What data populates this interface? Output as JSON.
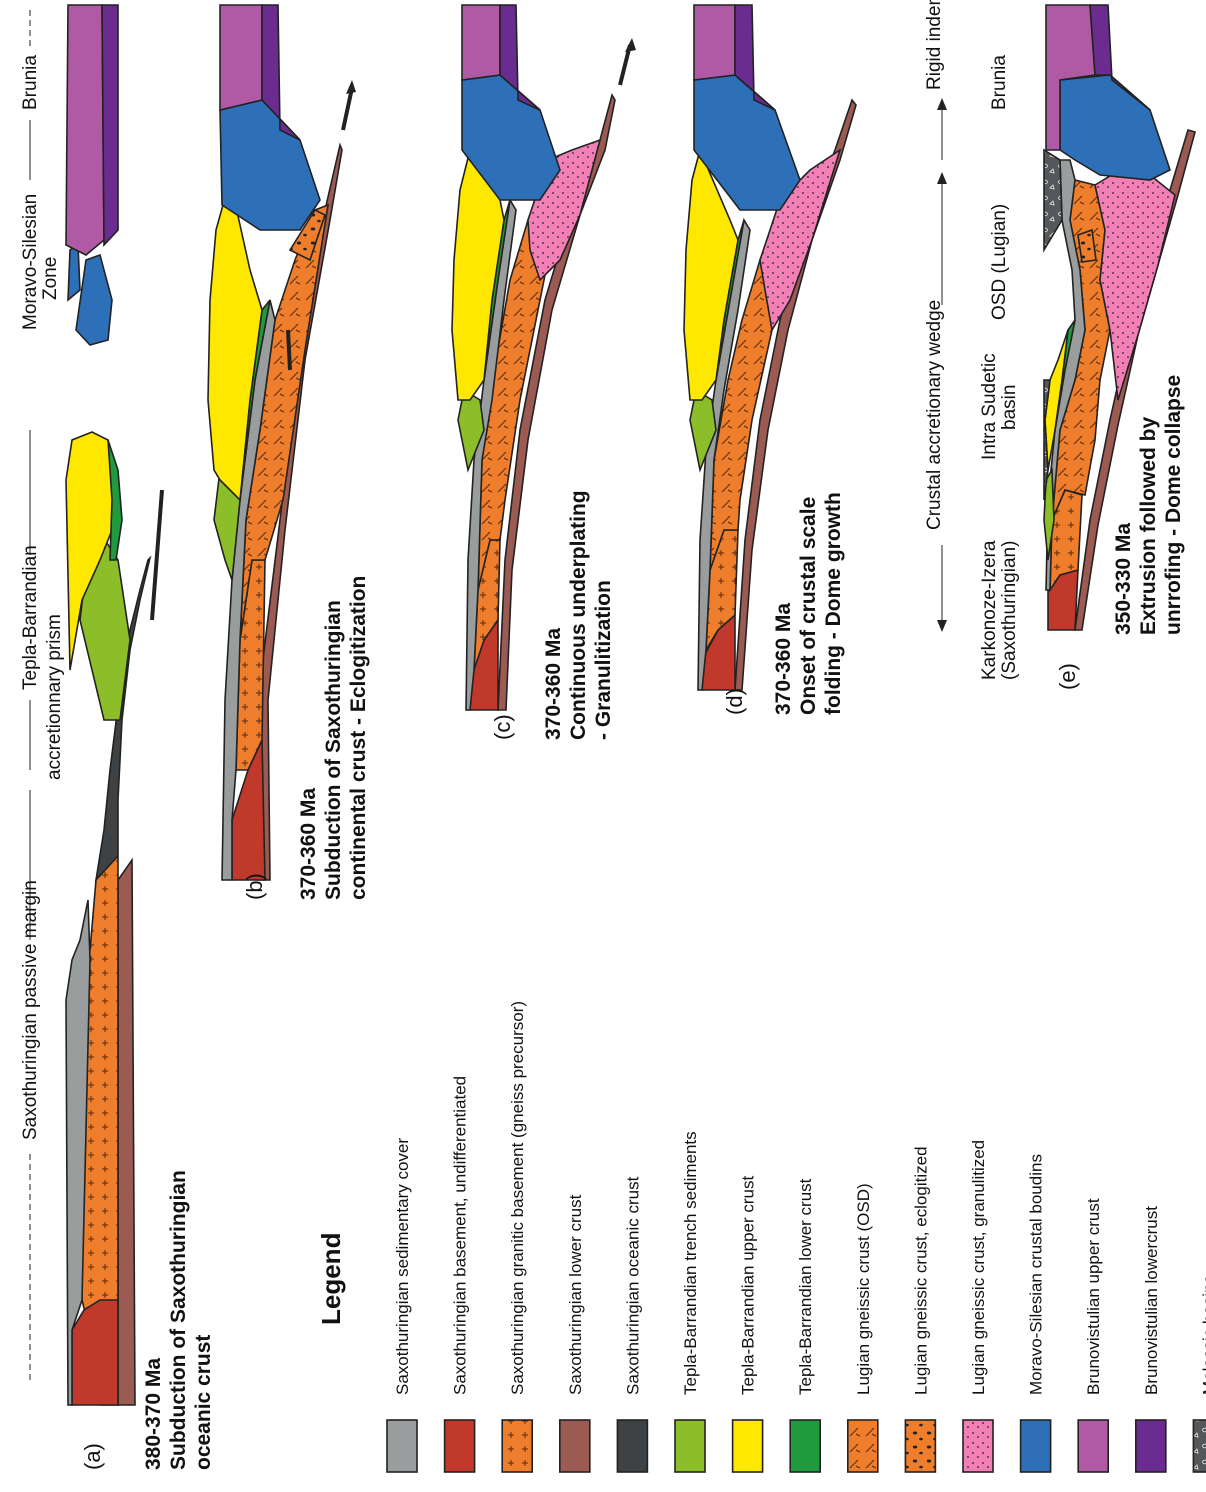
{
  "legend": {
    "title": "Legend",
    "items": [
      {
        "label": "Saxothuringian sedimentary cover",
        "color": "#9a9d9e",
        "pattern": "none"
      },
      {
        "label": "Saxothuringian basement, undifferentiated",
        "color": "#c0392b",
        "pattern": "none"
      },
      {
        "label": "Saxothuringian granitic basement (gneiss precursor)",
        "color": "#ee7d2c",
        "pattern": "crosses"
      },
      {
        "label": "Saxothuringian lower crust",
        "color": "#9b5a52",
        "pattern": "none"
      },
      {
        "label": "Saxothuringian oceanic crust",
        "color": "#3e4244",
        "pattern": "none"
      },
      {
        "label": "Tepla-Barrandian trench sediments",
        "color": "#8cbe2a",
        "pattern": "none"
      },
      {
        "label": "Tepla-Barrandian upper crust",
        "color": "#ffe800",
        "pattern": "none"
      },
      {
        "label": "Tepla-Barrandian lower crust",
        "color": "#1f9a3c",
        "pattern": "none"
      },
      {
        "label": "Lugian gneissic crust (OSD)",
        "color": "#ee7d2c",
        "pattern": "foliation"
      },
      {
        "label": "Lugian gneissic crust, eclogitized",
        "color": "#ee7d2c",
        "pattern": "blobs"
      },
      {
        "label": "Lugian gneissic crust, granulitized",
        "color": "#f27fb6",
        "pattern": "dots"
      },
      {
        "label": "Moravo-Silesian crustal boudins",
        "color": "#2d70b8",
        "pattern": "none"
      },
      {
        "label": "Brunovistulian upper crust",
        "color": "#b05aa6",
        "pattern": "none"
      },
      {
        "label": "Brunovistulian lowercrust",
        "color": "#6a2d8f",
        "pattern": "none"
      },
      {
        "label": "Molassic basins",
        "color": "#54585a",
        "pattern": "pebbles"
      }
    ]
  },
  "panels": {
    "a": {
      "letter": "(a)",
      "age": "380-370 Ma",
      "line1": "Subduction of Saxothuringian",
      "line2": "oceanic crust"
    },
    "b": {
      "letter": "(b)",
      "age": "370-360 Ma",
      "line1": "Subduction of Saxothuringian",
      "line2": "continental crust - Eclogitization"
    },
    "c": {
      "letter": "(c)",
      "age": "370-360 Ma",
      "line1": "Continuous underplating",
      "line2": "- Granulitization"
    },
    "d": {
      "letter": "(d)",
      "age": "370-360 Ma",
      "line1": "Onset of crustal scale",
      "line2": "folding - Dome growth"
    },
    "e": {
      "letter": "(e)",
      "age": "350-330 Ma",
      "line1": "Extrusion followed by",
      "line2": "unrrofing - Dome collapse"
    }
  },
  "top_labels": {
    "passive_margin": "Saxothuringian passive margin",
    "accretionary_prism": "accretionnary prism",
    "tepla_barrandian": "Tepla-Barrandian",
    "moravo_silesian_1": "Moravo-Silesian",
    "moravo_silesian_2": "Zone",
    "brunia": "Brunia"
  },
  "bottom_labels": {
    "crustal_wedge": "Crustal accretionary wedge",
    "rigid_indentor": "Rigid indentor",
    "karkonoze_1": "Karkonoze-Izera",
    "karkonoze_2": "(Saxothuringian)",
    "intra_sudetic_1": "Intra Sudetic",
    "intra_sudetic_2": "basin",
    "osd": "OSD (Lugian)",
    "brunia": "Brunia"
  }
}
